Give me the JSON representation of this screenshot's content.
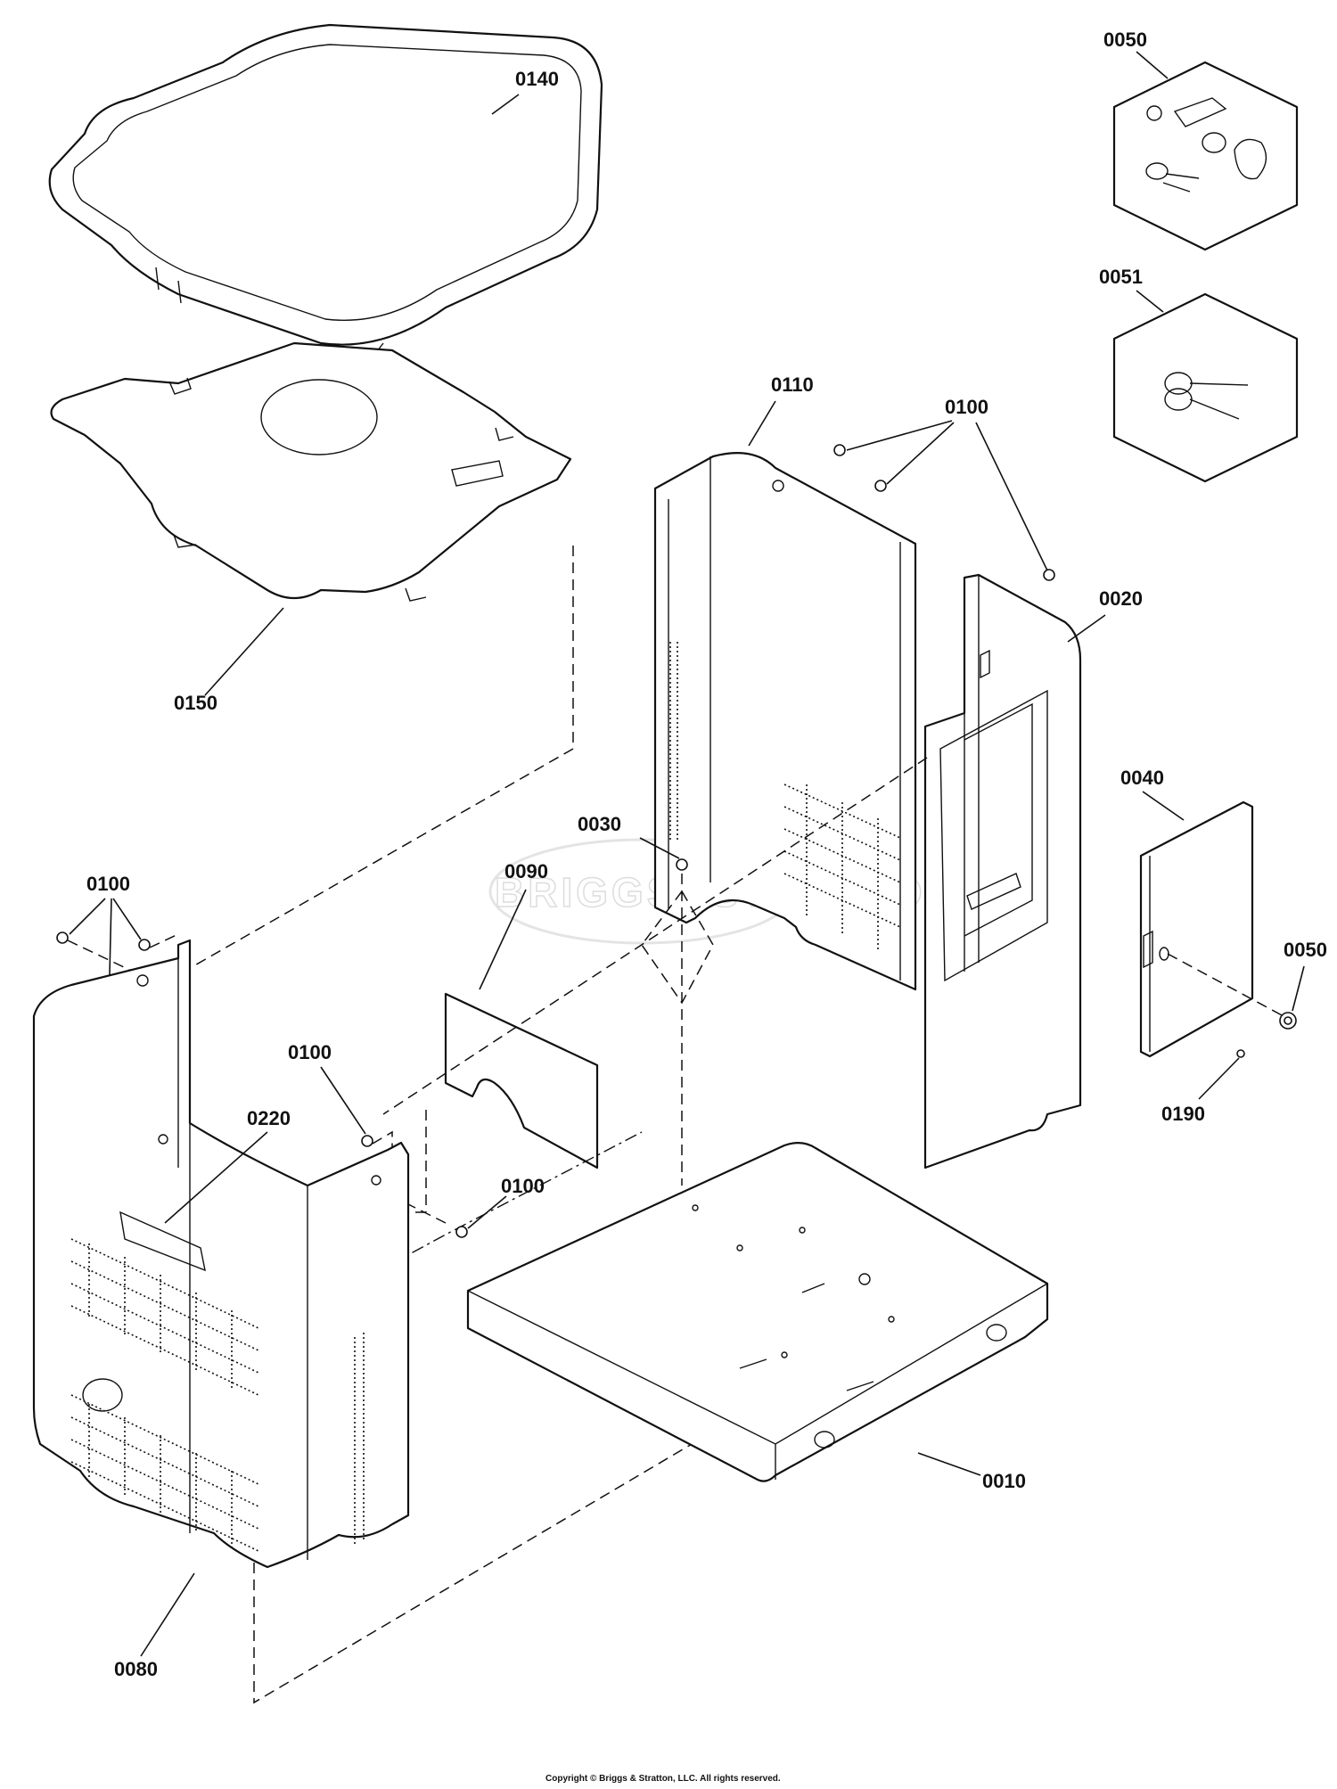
{
  "callouts": {
    "c0140": "0140",
    "c0150": "0150",
    "c0110": "0110",
    "c0100_top": "0100",
    "c0020": "0020",
    "c0050_top": "0050",
    "c0051": "0051",
    "c0040": "0040",
    "c0050_right": "0050",
    "c0190": "0190",
    "c0030": "0030",
    "c0090": "0090",
    "c0100_left": "0100",
    "c0100_mid": "0100",
    "c0100_low": "0100",
    "c0220": "0220",
    "c0080": "0080",
    "c0010": "0010"
  },
  "watermark": "BRIGGS&STRATTON",
  "copyright": "Copyright © Briggs & Stratton, LLC. All rights reserved."
}
